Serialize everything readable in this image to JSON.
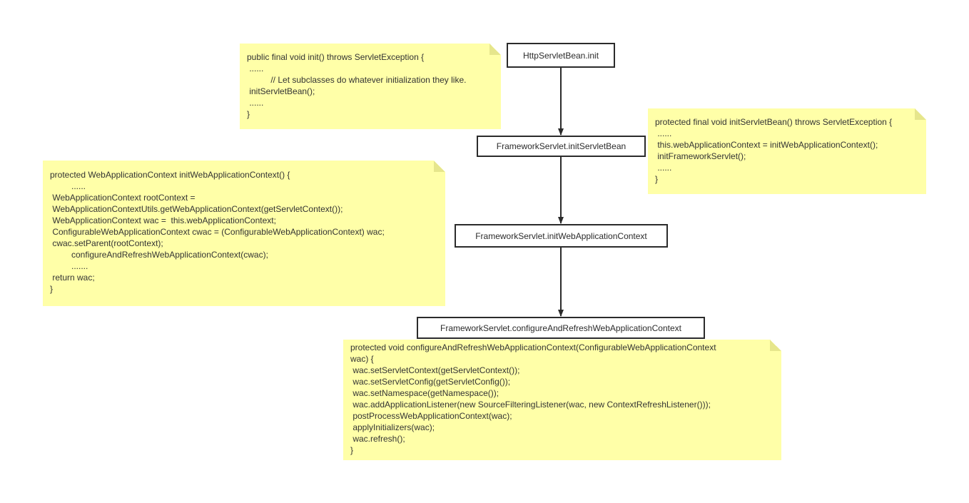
{
  "nodes": [
    {
      "id": "n1",
      "label": "HttpServletBean.init"
    },
    {
      "id": "n2",
      "label": "FrameworkServlet.initServletBean"
    },
    {
      "id": "n3",
      "label": "FrameworkServlet.initWebApplicationContext"
    },
    {
      "id": "n4",
      "label": "FrameworkServlet.configureAndRefreshWebApplicationContext"
    }
  ],
  "edges": [
    {
      "from": "n1",
      "to": "n2"
    },
    {
      "from": "n2",
      "to": "n3"
    },
    {
      "from": "n3",
      "to": "n4"
    }
  ],
  "notes": {
    "init": [
      "public final void init() throws ServletException {",
      " ......",
      "          // Let subclasses do whatever initialization they like.",
      " initServletBean();",
      " ......",
      "}"
    ],
    "initServletBean": [
      "protected final void initServletBean() throws ServletException {",
      " ......",
      " this.webApplicationContext = initWebApplicationContext();",
      " initFrameworkServlet();",
      " ......",
      "}"
    ],
    "initWebApplicationContext": [
      "protected WebApplicationContext initWebApplicationContext() {",
      "         ......",
      " WebApplicationContext rootContext =",
      " WebApplicationContextUtils.getWebApplicationContext(getServletContext());",
      " WebApplicationContext wac =  this.webApplicationContext;",
      " ConfigurableWebApplicationContext cwac = (ConfigurableWebApplicationContext) wac;",
      " cwac.setParent(rootContext);",
      "         configureAndRefreshWebApplicationContext(cwac);",
      "         .......",
      " return wac;",
      "}"
    ],
    "configureAndRefresh": [
      "protected void configureAndRefreshWebApplicationContext(ConfigurableWebApplicationContext",
      "wac) {",
      " wac.setServletContext(getServletContext());",
      " wac.setServletConfig(getServletConfig());",
      " wac.setNamespace(getNamespace());",
      " wac.addApplicationListener(new SourceFilteringListener(wac, new ContextRefreshListener()));",
      " postProcessWebApplicationContext(wac);",
      " applyInitializers(wac);",
      " wac.refresh();",
      "}"
    ]
  }
}
